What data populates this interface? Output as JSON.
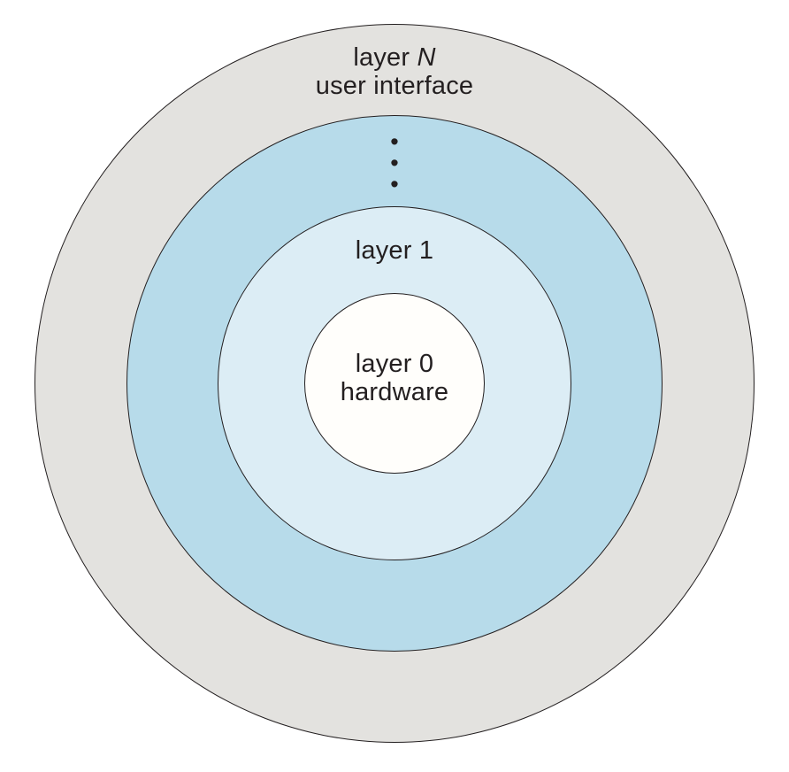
{
  "diagram": {
    "colors": {
      "outer_ring_fill": "#e3e2df",
      "middle_ring_fill": "#b7dbea",
      "inner_ring_fill": "#dcedf5",
      "core_fill": "#fffefb",
      "stroke": "#231f20",
      "text": "#231f20"
    },
    "layer_n": {
      "prefix": "layer ",
      "variable": "N",
      "sublabel": "user interface"
    },
    "ellipsis_dot": "•",
    "layer_1": {
      "label": "layer 1"
    },
    "layer_0": {
      "label": "layer 0",
      "sublabel": "hardware"
    }
  }
}
